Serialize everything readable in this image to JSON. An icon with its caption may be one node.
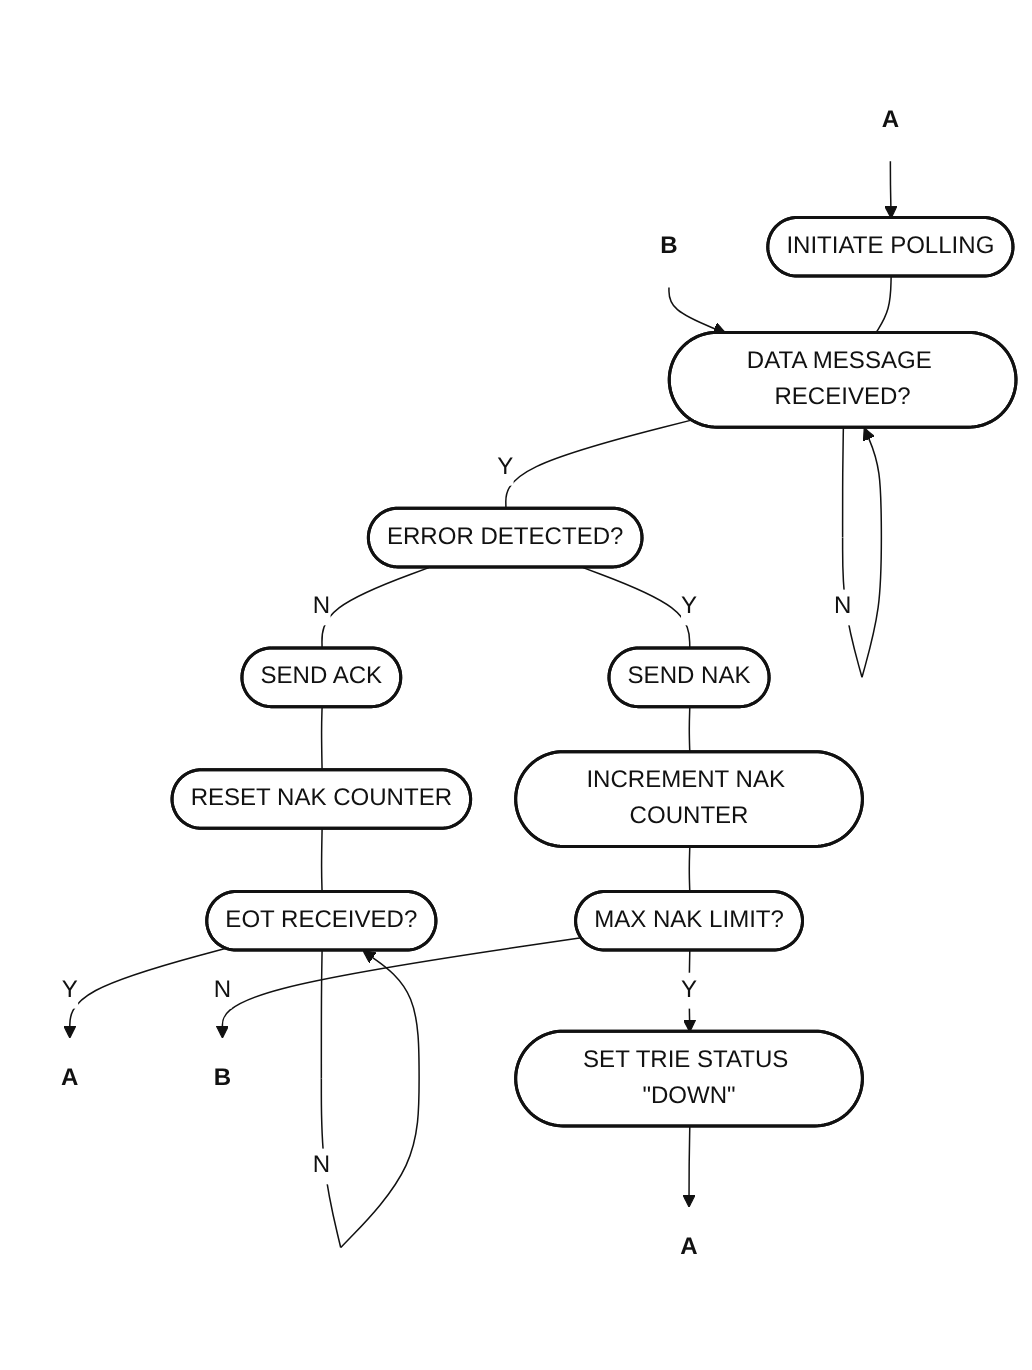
{
  "diagram": {
    "nodes": [
      {
        "text": [
          "A"
        ]
      },
      {
        "text": [
          "B"
        ]
      },
      {
        "text": [
          "INITIATE POLLING"
        ]
      },
      {
        "text": [
          "DATA MESSAGE RECEIVED?"
        ]
      },
      {
        "text": [
          "ERROR DETECTED?"
        ]
      },
      {
        "text": [
          "SEND ACK"
        ]
      },
      {
        "text": [
          "RESET NAK COUNTER"
        ]
      },
      {
        "text": [
          "EOT RECEIVED?"
        ]
      },
      {
        "text": [
          "A"
        ]
      },
      {
        "text": [
          "SEND NAK"
        ]
      },
      {
        "text": [
          "INCREMENT NAK COUNTER"
        ]
      },
      {
        "text": [
          "MAX NAK LIMIT?"
        ]
      },
      {
        "text": [
          "B"
        ]
      },
      {
        "text": [
          "SET TRIE STATUS \"DOWN\""
        ]
      },
      {
        "text": [
          "A"
        ]
      }
    ],
    "edges": [
      {
        "from": 0,
        "to": 2,
        "arrow": "to"
      },
      {
        "from": 1,
        "to": 3,
        "arrow": "to"
      },
      {
        "from": 2,
        "to": 3,
        "arrow": "none"
      },
      {
        "from": 3,
        "to": 3,
        "arrow": "to",
        "label": "N"
      },
      {
        "from": 3,
        "to": 4,
        "arrow": "none",
        "label": "Y"
      },
      {
        "from": 4,
        "to": 5,
        "arrow": "none",
        "label": "N"
      },
      {
        "from": 4,
        "to": 9,
        "arrow": "none",
        "label": "Y"
      },
      {
        "from": 5,
        "to": 6,
        "arrow": "none"
      },
      {
        "from": 6,
        "to": 7,
        "arrow": "none"
      },
      {
        "from": 7,
        "to": 7,
        "arrow": "to",
        "label": "N"
      },
      {
        "from": 7,
        "to": 8,
        "arrow": "to",
        "label": "Y"
      },
      {
        "from": 9,
        "to": 10,
        "arrow": "none"
      },
      {
        "from": 10,
        "to": 11,
        "arrow": "none"
      },
      {
        "from": 11,
        "to": 12,
        "arrow": "to",
        "label": "N"
      },
      {
        "from": 11,
        "to": 13,
        "arrow": "to",
        "label": "Y"
      },
      {
        "from": 13,
        "to": 14,
        "arrow": "to"
      }
    ]
  }
}
